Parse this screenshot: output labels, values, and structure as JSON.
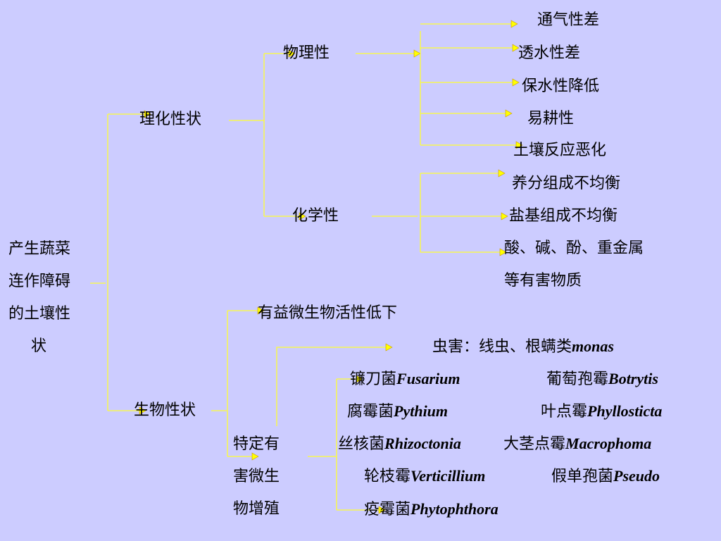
{
  "root": [
    "产生蔬菜",
    "连作障碍",
    "的土壤性",
    "状"
  ],
  "branch1": {
    "label": "理化性状",
    "physical": {
      "label": "物理性",
      "items": [
        "通气性差",
        "透水性差",
        "保水性降低",
        "易耕性",
        "土壤反应恶化"
      ]
    },
    "chemical": {
      "label": "化学性",
      "items": [
        "养分组成不均衡",
        "盐基组成不均衡",
        "酸、碱、酚、重金属",
        "等有害物质"
      ]
    }
  },
  "branch2": {
    "label": "生物性状",
    "beneficial": "有益微生物活性低下",
    "harmful_label": [
      "特定有",
      "害微生",
      "物增殖"
    ],
    "pest": {
      "text": "虫害：线虫、根螨类",
      "latin": "monas"
    },
    "pathogens": [
      {
        "cn": "镰刀菌",
        "latin": "Fusarium"
      },
      {
        "cn": "葡萄孢霉",
        "latin": "Botrytis"
      },
      {
        "cn": "腐霉菌",
        "latin": "Pythium"
      },
      {
        "cn": "叶点霉",
        "latin": "Phyllosticta"
      },
      {
        "cn": "丝核菌",
        "latin": "Rhizoctonia"
      },
      {
        "cn": "大茎点霉",
        "latin": "Macrophoma"
      },
      {
        "cn": "轮枝霉",
        "latin": "Verticillium"
      },
      {
        "cn": "假单孢菌",
        "latin": "Pseudo"
      },
      {
        "cn": "疫霉菌",
        "latin": "Phytophthora"
      }
    ]
  },
  "colors": {
    "background": "#ccccff",
    "connector": "#ffff33",
    "arrow": "#ffff00"
  }
}
